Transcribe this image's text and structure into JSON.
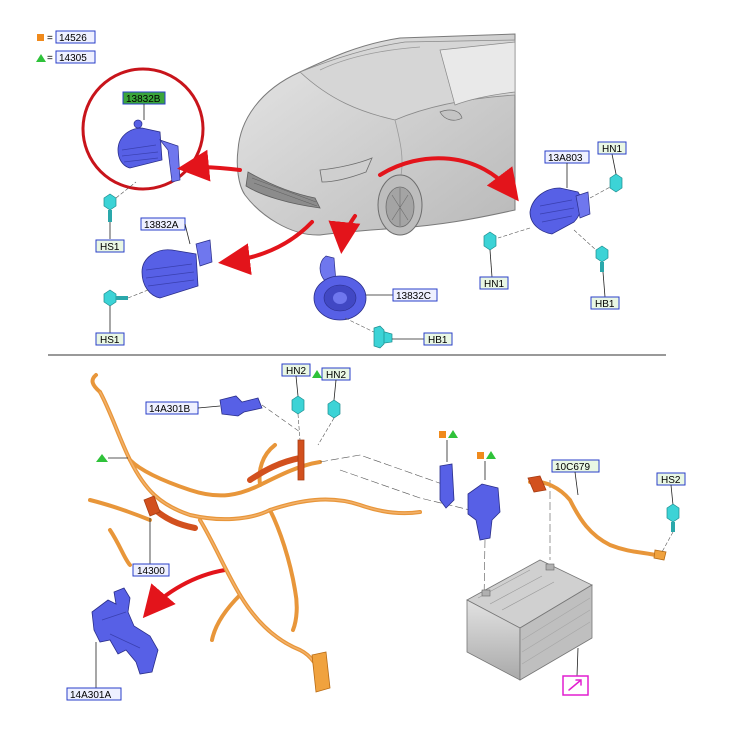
{
  "legend": [
    {
      "marker": "orange-square",
      "color": "#f08a1c",
      "equals": "=",
      "part": "14526"
    },
    {
      "marker": "green-triangle",
      "color": "#2fc23a",
      "equals": "=",
      "part": "14305"
    }
  ],
  "horn_section": {
    "highlighted_part": "13832B",
    "parts": {
      "horn_a": "13832A",
      "horn_c": "13832C",
      "horn_bracket": "13A803"
    },
    "fasteners": {
      "hs1_top": "HS1",
      "hs1_bottom": "HS1",
      "hb1_center": "HB1",
      "hn1_top": "HN1",
      "hn1_left": "HN1",
      "hb1_right": "HB1"
    }
  },
  "wiring_section": {
    "parts": {
      "bracket_top": "14A301B",
      "harness": "14300",
      "bracket_bottom": "14A301A",
      "battery_cable": "10C679"
    },
    "fasteners": {
      "hn2_left": "HN2",
      "hn2_right": "HN2",
      "hs2": "HS2"
    },
    "link_icon": "external-link-icon"
  },
  "colors": {
    "part_box_border": "#2a3fc9",
    "part_box_fill": "#eef0ff",
    "fastener_box_fill": "#e9f7e4",
    "highlight_fill": "#3aa53a",
    "arrow": "#e3141b",
    "component_blue": "#5760e6",
    "harness": "#e8963a",
    "fastener_teal": "#3cd3d6",
    "link_icon": "#e21fd0"
  }
}
